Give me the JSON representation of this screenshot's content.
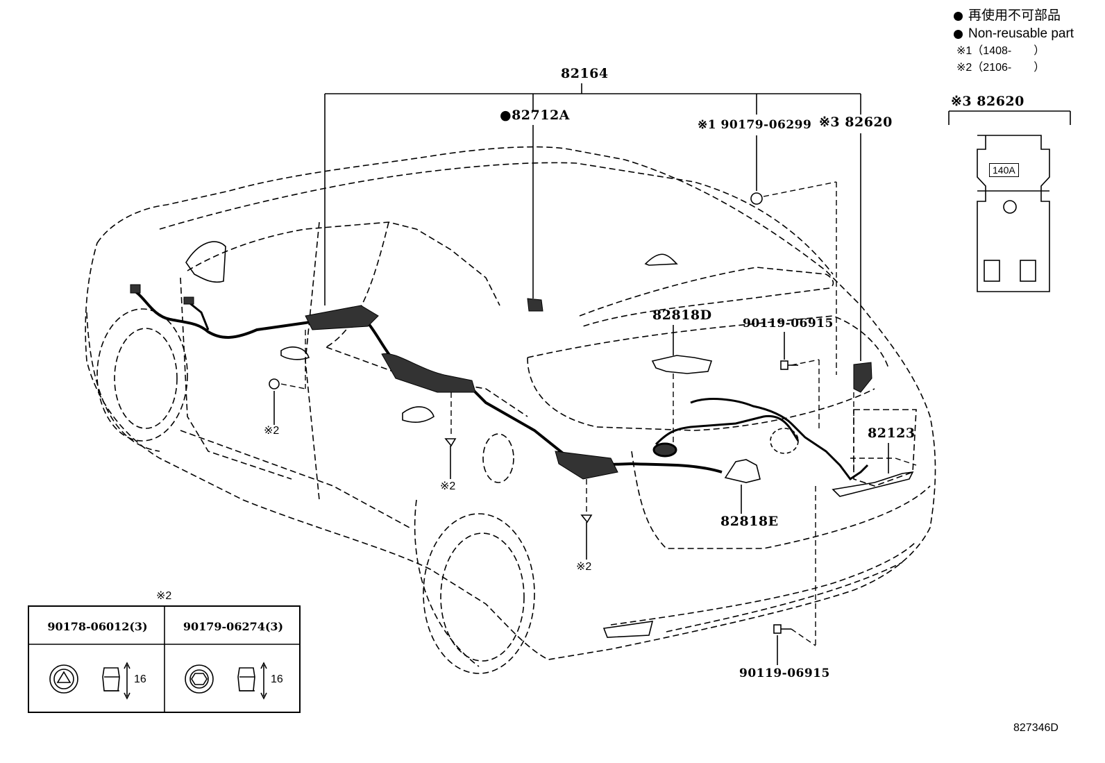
{
  "legend": {
    "non_reusable_jp": "再使用不可部品",
    "non_reusable_en": "Non-reusable part",
    "note1": "※1（1408-　　）",
    "note2": "※2（2106-　　）"
  },
  "labels": {
    "harness_main": "82164",
    "clamp_non_reusable": "●82712A",
    "nut_note1": "※1 90179-06299",
    "fuse_note3": "※3 82620",
    "fuse_detail_title": "※3 82620",
    "fuse_rating": "140A",
    "bracket_d": "82818D",
    "bolt_upper": "90119-06915",
    "cable_82123": "82123",
    "bracket_e": "82818E",
    "bolt_lower": "90119-06915",
    "note2_left": "※2",
    "note2_center": "※2",
    "note2_lower": "※2",
    "fastener_note": "※2",
    "fastener1": "90178-06012(3)",
    "fastener2": "90179-06274(3)",
    "dim1": "16",
    "dim2": "16",
    "figure_ref": "827346D"
  }
}
